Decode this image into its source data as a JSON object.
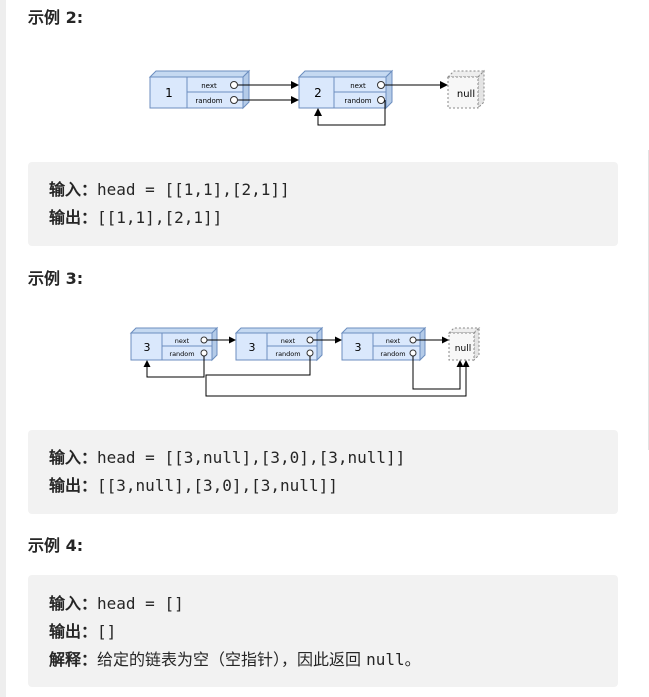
{
  "example2": {
    "heading": "示例 2:",
    "diagram": {
      "nodes": [
        {
          "value": "1",
          "next": "next",
          "random": "random"
        },
        {
          "value": "2",
          "next": "next",
          "random": "random"
        }
      ],
      "null_label": "null"
    },
    "input_label": "输入：",
    "input_value": "head = [[1,1],[2,1]]",
    "output_label": "输出：",
    "output_value": "[[1,1],[2,1]]"
  },
  "example3": {
    "heading": "示例 3:",
    "diagram": {
      "nodes": [
        {
          "value": "3",
          "next": "next",
          "random": "random"
        },
        {
          "value": "3",
          "next": "next",
          "random": "random"
        },
        {
          "value": "3",
          "next": "next",
          "random": "random"
        }
      ],
      "null_label": "null"
    },
    "input_label": "输入：",
    "input_value": "head = [[3,null],[3,0],[3,null]]",
    "output_label": "输出：",
    "output_value": "[[3,null],[3,0],[3,null]]"
  },
  "example4": {
    "heading": "示例 4:",
    "input_label": "输入：",
    "input_value": "head = []",
    "output_label": "输出：",
    "output_value": "[]",
    "explain_label": "解释：",
    "explain_text": "给定的链表为空（空指针），因此返回 ",
    "explain_code": "null",
    "explain_end": "。"
  },
  "colors": {
    "node_fill": "#dae8fc",
    "node_stroke": "#6c8ebf",
    "code_bg": "#f2f2f2"
  }
}
